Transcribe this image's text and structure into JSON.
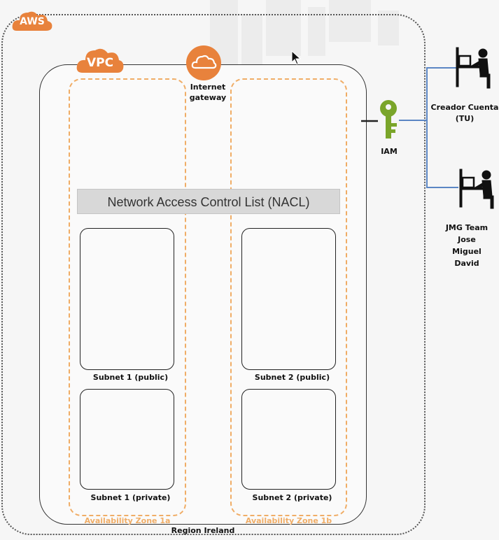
{
  "badges": {
    "aws": "AWS",
    "vpc": "VPC"
  },
  "internet_gateway": "Internet\ngateway",
  "nacl": "Network Access Control List (NACL)",
  "zones": [
    "Availability Zone 1a",
    "Availability Zone 1b"
  ],
  "subnets": {
    "s1_public": "Subnet 1 (public)",
    "s1_private": "Subnet 1 (private)",
    "s2_public": "Subnet 2 (public)",
    "s2_private": "Subnet 2 (private)"
  },
  "region": "Region Ireland",
  "iam": "IAM",
  "users": {
    "creator": "Creador Cuenta\n(TU)",
    "team": "JMG Team\nJose\nMiguel\nDavid"
  },
  "colors": {
    "aws_orange": "#e8823c",
    "zone_border": "#f0ad66",
    "iam_green": "#7aa52a",
    "connector_blue": "#5b86c4"
  }
}
